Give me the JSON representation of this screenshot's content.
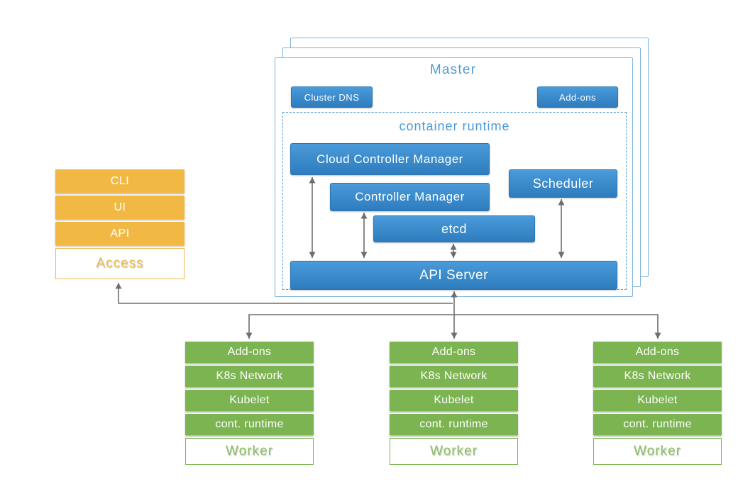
{
  "diagram": {
    "access": {
      "items": [
        "CLI",
        "UI",
        "API"
      ],
      "footer": "Access"
    },
    "master": {
      "title": "Master",
      "cluster_dns_label": "Cluster DNS",
      "addons_label": "Add-ons",
      "container_runtime": {
        "title": "container runtime",
        "cloud_controller_manager": "Cloud Controller Manager",
        "controller_manager": "Controller Manager",
        "etcd": "etcd",
        "scheduler": "Scheduler",
        "api_server": "API Server"
      }
    },
    "workers": {
      "rows": [
        "Add-ons",
        "K8s Network",
        "Kubelet",
        "cont. runtime"
      ],
      "footer": "Worker",
      "count": 3
    },
    "colors": {
      "component_blue_top": "#4a9bdb",
      "component_blue_bottom": "#2e7cbd",
      "master_border_blue": "#7db3e0",
      "blue_title_text": "#4c9bd6",
      "access_orange": "#f1b844",
      "worker_green": "#7bb450",
      "arrow_gray": "#6e6e6e"
    }
  }
}
